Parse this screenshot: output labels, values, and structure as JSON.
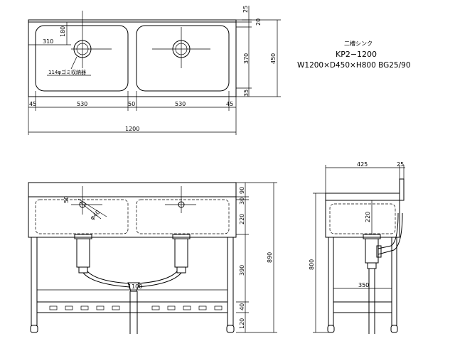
{
  "title_block": {
    "name": "二槽シンク",
    "model": "KP2−1200",
    "size": "W1200×D450×H800 BG25/90"
  },
  "top_view": {
    "dims": {
      "d25": "25",
      "d20": "20",
      "d180": "180",
      "d310": "310",
      "d370": "370",
      "d450": "450",
      "d35": "35",
      "d45a": "45",
      "d530a": "530",
      "d50": "50",
      "d530b": "530",
      "d45b": "45",
      "d1200": "1200"
    },
    "callout": "114φゴミ収納器"
  },
  "front_view": {
    "dims": {
      "d50": "50",
      "phi40": "φ40",
      "d90": "90",
      "d30": "30",
      "d220": "220",
      "d390": "390",
      "d1100": "1100",
      "d40": "40",
      "d120": "120",
      "d890": "890"
    }
  },
  "side_view": {
    "dims": {
      "d425": "425",
      "d25": "25",
      "d220": "220",
      "d350": "350",
      "d800": "800"
    }
  }
}
